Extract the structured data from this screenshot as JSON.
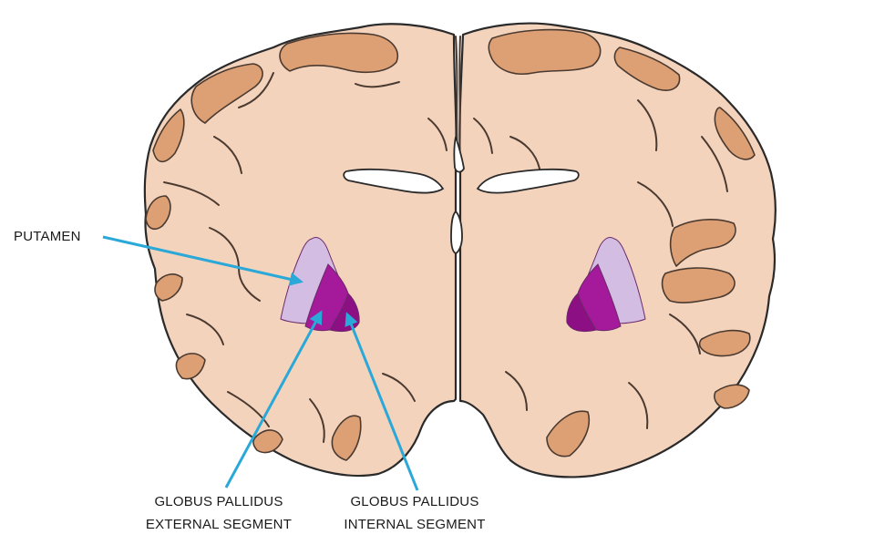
{
  "labels": {
    "putamen": "PUTAMEN",
    "gpe_line1": "GLOBUS PALLIDUS",
    "gpe_line2": "EXTERNAL SEGMENT",
    "gpi_line1": "GLOBUS PALLIDUS",
    "gpi_line2": "INTERNAL SEGMENT"
  },
  "colors": {
    "brain_fill": "#f4d3bd",
    "cortex_fill": "#dd9f74",
    "putamen": "#d4bde3",
    "globus_pallidus_external": "#a41a9a",
    "globus_pallidus_internal": "#8c0f84",
    "arrow": "#2aa8d8"
  }
}
